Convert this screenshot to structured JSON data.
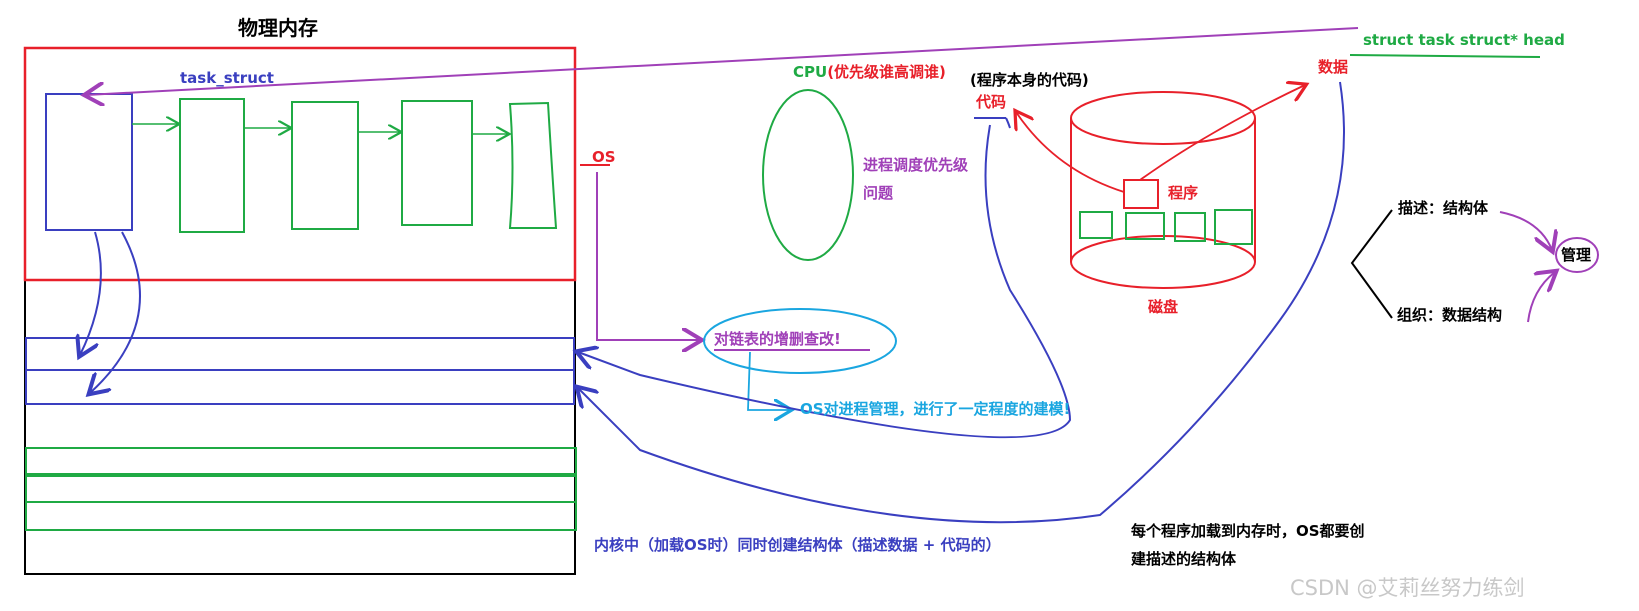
{
  "labels": {
    "memory_title": "物理内存",
    "task_struct": "task_struct",
    "head": "struct task struct* head",
    "os": "OS",
    "cpu": "CPU",
    "cpu_priority": "(优先级谁高调谁)",
    "schedule_line1": "进程调度优先级",
    "schedule_line2": "问题",
    "program_code": "(程序本身的代码)",
    "code": "代码",
    "data": "数据",
    "program": "程序",
    "disk": "磁盘",
    "crud": "对链表的增删查改!",
    "os_model": "OS对进程管理，进行了一定程度的建模!",
    "describe": "描述：结构体",
    "organize": "组织：数据结构",
    "manage": "管理",
    "kernel_note": "内核中（加载OS时）同时创建结构体（描述数据 + 代码的）",
    "load_note_line1": "每个程序加载到内存时，OS都要创",
    "load_note_line2": "建描述的结构体",
    "watermark": "CSDN @艾莉丝努力练剑"
  },
  "colors": {
    "blue": "#3a3fc0",
    "green": "#1faa44",
    "red": "#e8202a",
    "purple": "#a040b8",
    "cyan": "#1aa6e0",
    "black": "#000000"
  }
}
